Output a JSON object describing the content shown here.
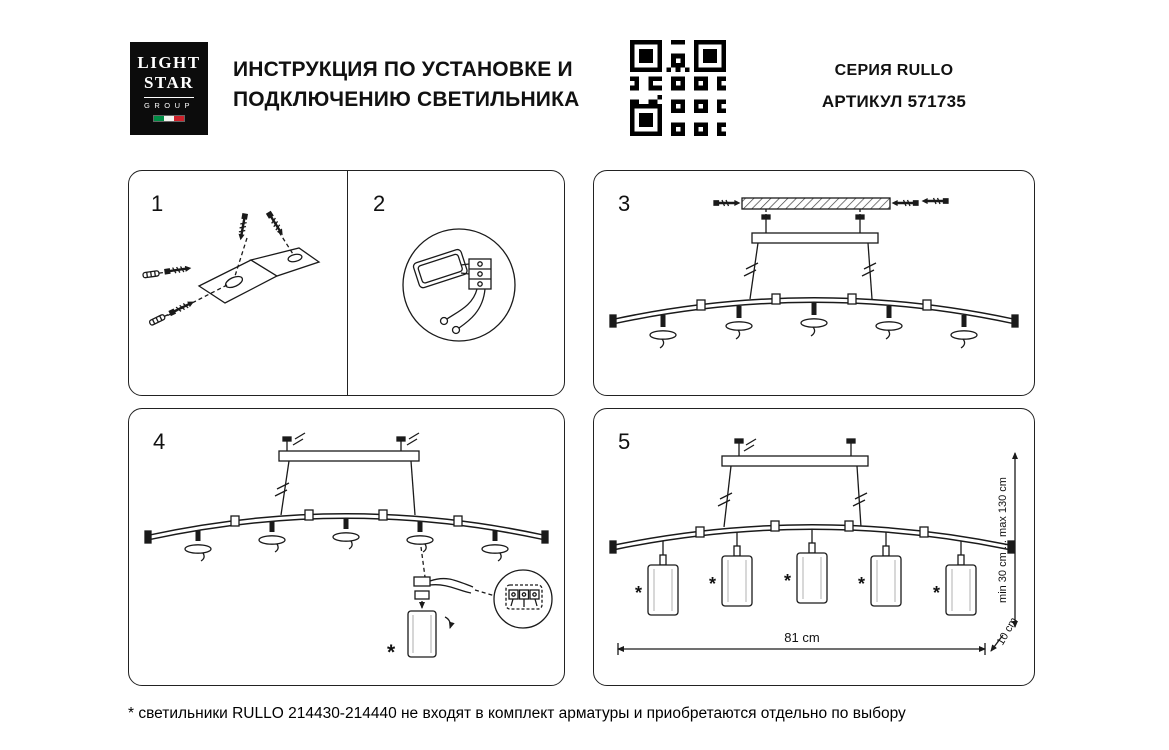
{
  "header": {
    "logo": {
      "line1": "LIGHT",
      "line2": "STAR",
      "line3": "GROUP",
      "flag_colors": [
        "#008C45",
        "#F4F5F0",
        "#CD212A"
      ]
    },
    "title_line1": "ИНСТРУКЦИЯ ПО УСТАНОВКЕ И",
    "title_line2": "ПОДКЛЮЧЕНИЮ СВЕТИЛЬНИКА",
    "series_label": "СЕРИЯ RULLO",
    "article_label": "АРТИКУЛ 571735"
  },
  "steps": {
    "s1": "1",
    "s2": "2",
    "s3": "3",
    "s4": "4",
    "s5": "5"
  },
  "dimensions": {
    "width": "81 cm",
    "height_range": "min 30 cm ... max 130 cm",
    "shade_height": "10 cm"
  },
  "annotations": {
    "asterisk": "*"
  },
  "footnote": {
    "text": "* светильники RULLO 214430-214440 не входят в комплект арматуры и приобретаются отдельно по выбору"
  }
}
